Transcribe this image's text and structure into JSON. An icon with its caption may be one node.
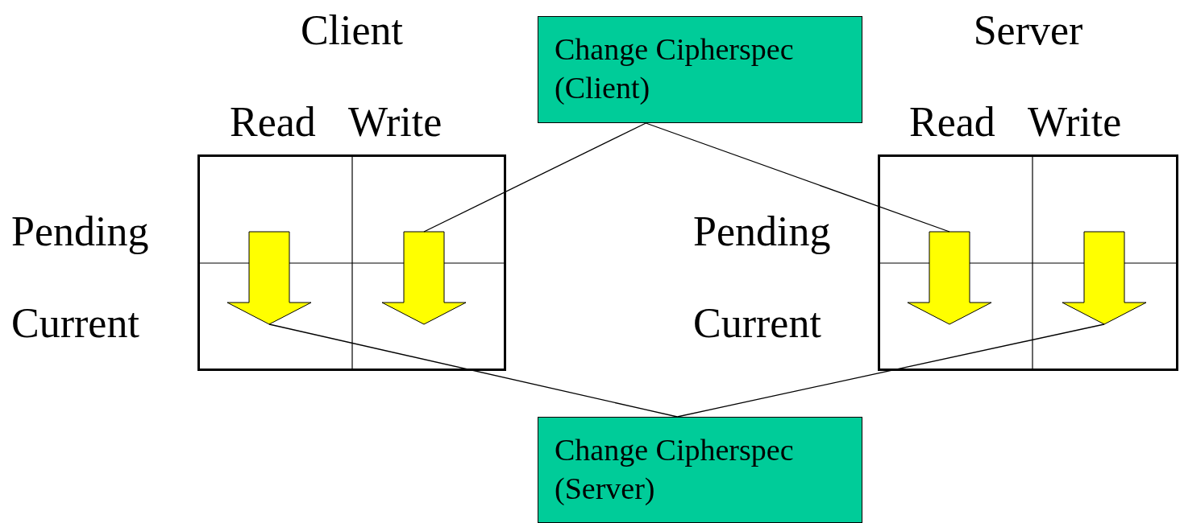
{
  "diagram": {
    "nodes": [
      {
        "text": [
          "Client"
        ]
      },
      {
        "text": [],
        "shape": "arrow",
        "in": 0
      },
      {
        "text": [],
        "shape": "arrow",
        "in": 0
      },
      {
        "text": [
          "Change Cipherspec (Client)"
        ]
      },
      {
        "text": [
          "Server"
        ]
      },
      {
        "text": [],
        "shape": "arrow",
        "in": 4
      },
      {
        "text": [],
        "shape": "arrow",
        "in": 4
      },
      {
        "text": [
          "Change Cipherspec (Server)"
        ]
      }
    ],
    "edges": [
      {
        "from": 3,
        "to": 2,
        "arrow": "none"
      },
      {
        "from": 3,
        "to": 5,
        "arrow": "none"
      },
      {
        "from": 7,
        "to": 1,
        "arrow": "none"
      },
      {
        "from": 7,
        "to": 6,
        "arrow": "none"
      }
    ],
    "labels": [
      "Read",
      "Write",
      "Read",
      "Write",
      "Pending",
      "Current",
      "Pending",
      "Current"
    ]
  }
}
